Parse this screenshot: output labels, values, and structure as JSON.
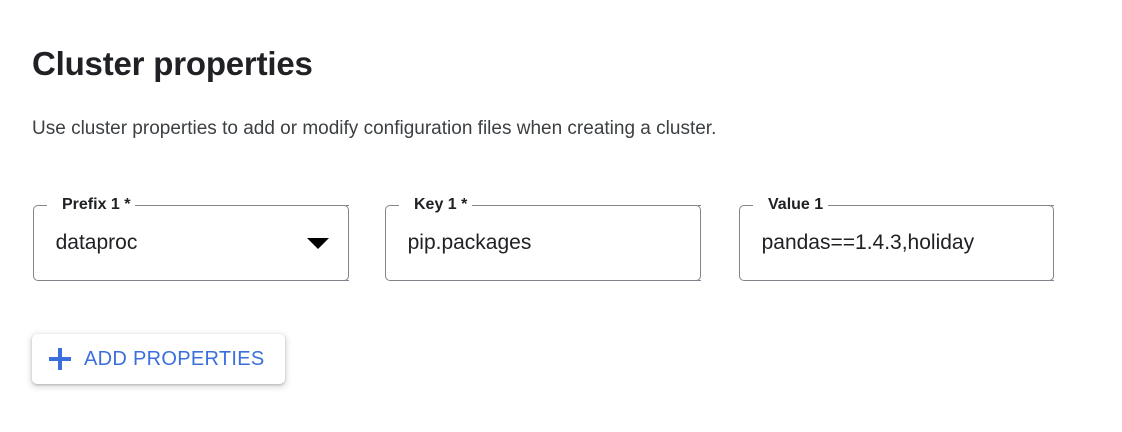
{
  "header": {
    "title": "Cluster properties",
    "description": "Use cluster properties to add or modify configuration files when creating a cluster."
  },
  "form": {
    "fields": [
      {
        "name": "prefix",
        "label": "Prefix 1 *",
        "value": "dataproc",
        "type": "select",
        "icon": "chevron-down-icon",
        "required": true
      },
      {
        "name": "key",
        "label": "Key 1 *",
        "value": "pip.packages",
        "type": "text",
        "required": true
      },
      {
        "name": "value",
        "label": "Value 1",
        "value": "pandas==1.4.3,holiday",
        "type": "text",
        "required": false
      }
    ]
  },
  "actions": {
    "add_properties": {
      "label": "ADD PROPERTIES",
      "icon": "plus-icon"
    }
  },
  "colors": {
    "accent": "#3b6fdd",
    "text": "#202124",
    "subtext": "#3c4043",
    "border": "#80868b",
    "background": "#ffffff"
  }
}
